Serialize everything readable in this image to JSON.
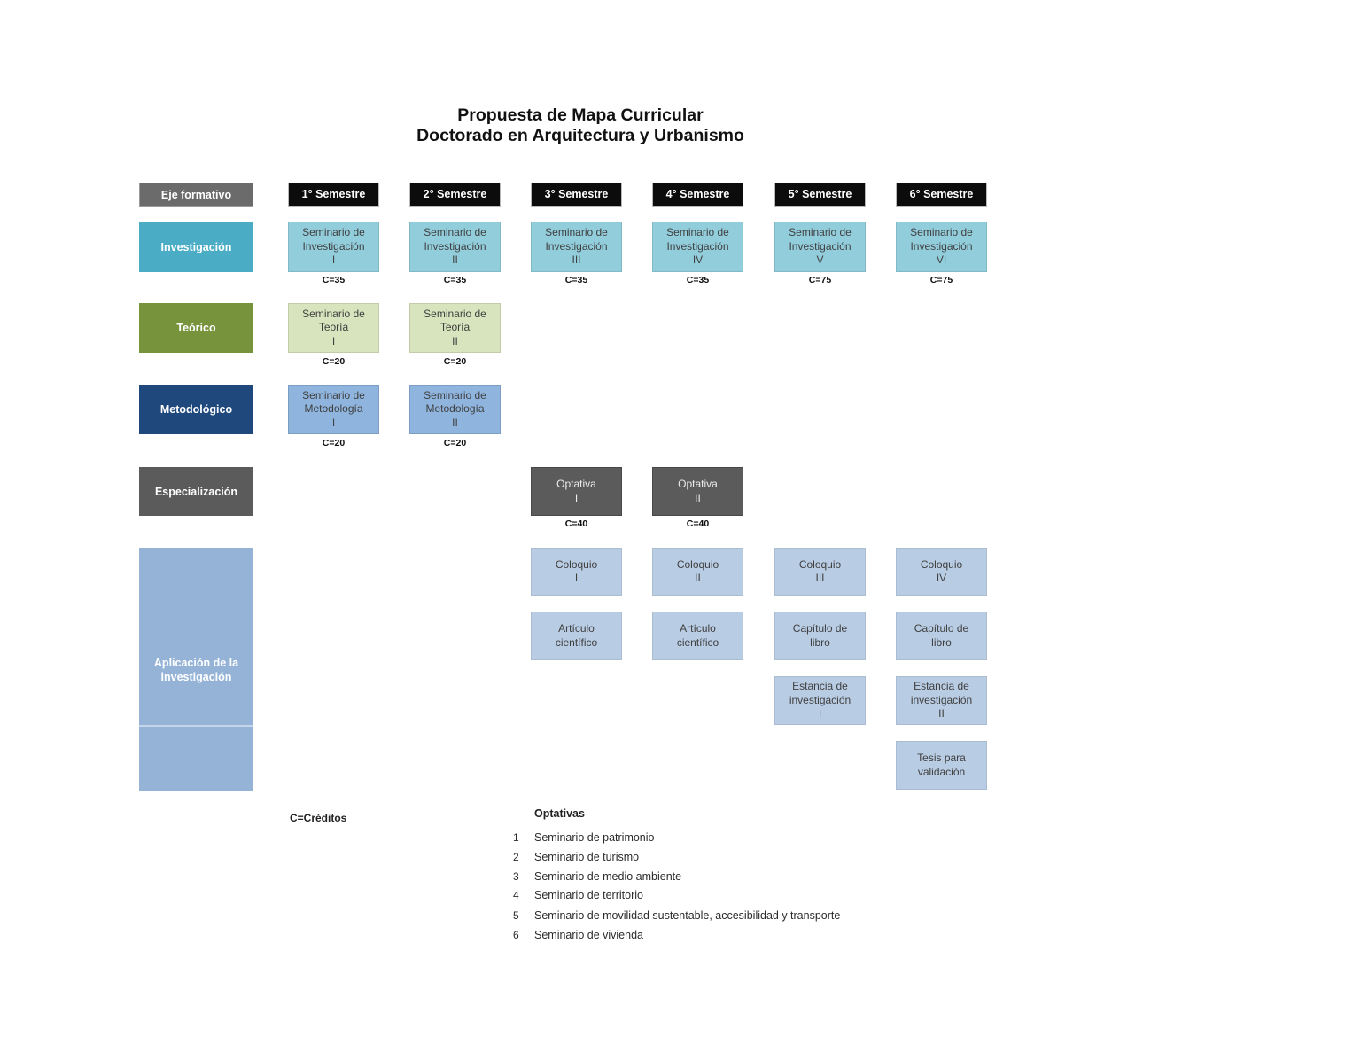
{
  "title": {
    "line1": "Propuesta de Mapa Curricular",
    "line2": "Doctorado en Arquitectura y Urbanismo"
  },
  "header": {
    "eje": "Eje formativo",
    "semesters": [
      "1° Semestre",
      "2° Semestre",
      "3° Semestre",
      "4° Semestre",
      "5° Semestre",
      "6° Semestre"
    ]
  },
  "rows": {
    "investigacion": {
      "label": "Investigación",
      "courses": [
        {
          "title": "Seminario de Investigación",
          "numeral": "I",
          "credits": "C=35"
        },
        {
          "title": "Seminario de Investigación",
          "numeral": "II",
          "credits": "C=35"
        },
        {
          "title": "Seminario de Investigación",
          "numeral": "III",
          "credits": "C=35"
        },
        {
          "title": "Seminario de Investigación",
          "numeral": "IV",
          "credits": "C=35"
        },
        {
          "title": "Seminario de Investigación",
          "numeral": "V",
          "credits": "C=75"
        },
        {
          "title": "Seminario de Investigación",
          "numeral": "VI",
          "credits": "C=75"
        }
      ]
    },
    "teorico": {
      "label": "Teórico",
      "courses": [
        {
          "title": "Seminario de Teoría",
          "numeral": "I",
          "credits": "C=20"
        },
        {
          "title": "Seminario de Teoría",
          "numeral": "II",
          "credits": "C=20"
        }
      ]
    },
    "metodologico": {
      "label": "Metodológico",
      "courses": [
        {
          "title": "Seminario de Metodología",
          "numeral": "I",
          "credits": "C=20"
        },
        {
          "title": "Seminario de Metodología",
          "numeral": "II",
          "credits": "C=20"
        }
      ]
    },
    "especializacion": {
      "label": "Especialización",
      "courses": [
        {
          "title": "Optativa",
          "numeral": "I",
          "credits": "C=40"
        },
        {
          "title": "Optativa",
          "numeral": "II",
          "credits": "C=40"
        }
      ]
    },
    "aplicacion": {
      "label": "Aplicación de la investigación",
      "coloquios": [
        {
          "title": "Coloquio",
          "numeral": "I"
        },
        {
          "title": "Coloquio",
          "numeral": "II"
        },
        {
          "title": "Coloquio",
          "numeral": "III"
        },
        {
          "title": "Coloquio",
          "numeral": "IV"
        }
      ],
      "productos": [
        {
          "title": "Artículo científico"
        },
        {
          "title": "Artículo científico"
        },
        {
          "title": "Capítulo de libro"
        },
        {
          "title": "Capítulo de libro"
        }
      ],
      "estancias": [
        {
          "title": "Estancia de investigación",
          "numeral": "I"
        },
        {
          "title": "Estancia de investigación",
          "numeral": "II"
        }
      ],
      "tesis": {
        "title": "Tesis para validación"
      }
    }
  },
  "footnotes": {
    "credits_note": "C=Créditos",
    "optativas_title": "Optativas",
    "optativas": [
      {
        "num": "1",
        "text": "Seminario de patrimonio"
      },
      {
        "num": "2",
        "text": "Seminario de turismo"
      },
      {
        "num": "3",
        "text": "Seminario de medio ambiente"
      },
      {
        "num": "4",
        "text": "Seminario de territorio"
      },
      {
        "num": "5",
        "text": "Seminario de movilidad sustentable, accesibilidad y transporte"
      },
      {
        "num": "6",
        "text": "Seminario de vivienda"
      }
    ]
  },
  "colors": {
    "semester_header_bg": "#0c0c0c",
    "eje_header_bg": "#6b6b6b",
    "investigacion_label_bg": "#4BACC6",
    "investigacion_course_bg": "#92CDDC",
    "teorico_label_bg": "#77933C",
    "teorico_course_bg": "#D7E4BD",
    "metodologico_label_bg": "#1F497D",
    "metodologico_course_bg": "#8FB4DE",
    "especializacion_label_bg": "#5B5B5B",
    "optativa_course_bg": "#5B5B5B",
    "aplicacion_label_bg": "#95B3D7",
    "aplicacion_course_bg": "#B8CCE4"
  }
}
